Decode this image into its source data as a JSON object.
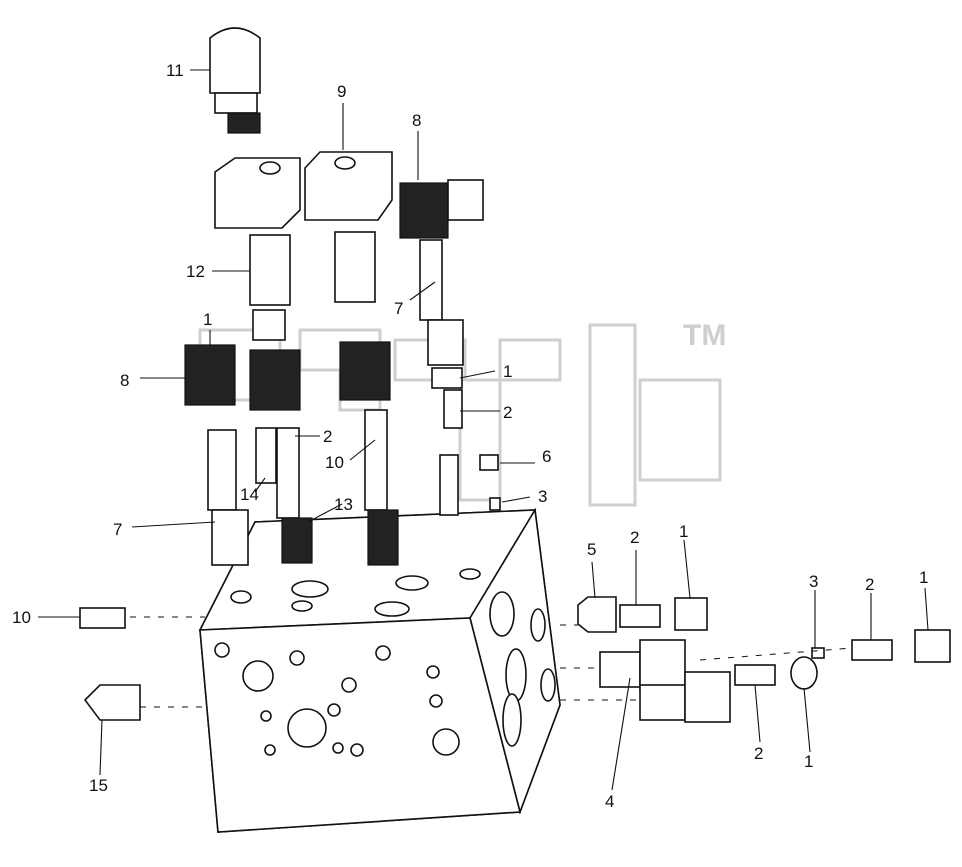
{
  "diagram": {
    "watermark": "TM",
    "callouts": [
      {
        "id": "c11a",
        "text": "11"
      },
      {
        "id": "c9",
        "text": "9"
      },
      {
        "id": "c8a",
        "text": "8"
      },
      {
        "id": "c12",
        "text": "12"
      },
      {
        "id": "c7a",
        "text": "7"
      },
      {
        "id": "c1a",
        "text": "1"
      },
      {
        "id": "c8b",
        "text": "8"
      },
      {
        "id": "c1b",
        "text": "1"
      },
      {
        "id": "c2a",
        "text": "2"
      },
      {
        "id": "c2b",
        "text": "2"
      },
      {
        "id": "c10a",
        "text": "10"
      },
      {
        "id": "c6",
        "text": "6"
      },
      {
        "id": "c14",
        "text": "14"
      },
      {
        "id": "c3a",
        "text": "3"
      },
      {
        "id": "c13",
        "text": "13"
      },
      {
        "id": "c7b",
        "text": "7"
      },
      {
        "id": "c5",
        "text": "5"
      },
      {
        "id": "c2c",
        "text": "2"
      },
      {
        "id": "c1c",
        "text": "1"
      },
      {
        "id": "c3b",
        "text": "3"
      },
      {
        "id": "c2d",
        "text": "2"
      },
      {
        "id": "c1d",
        "text": "1"
      },
      {
        "id": "c10b",
        "text": "10"
      },
      {
        "id": "c2e",
        "text": "2"
      },
      {
        "id": "c1e",
        "text": "1"
      },
      {
        "id": "c15",
        "text": "15"
      },
      {
        "id": "c4",
        "text": "4"
      }
    ]
  }
}
